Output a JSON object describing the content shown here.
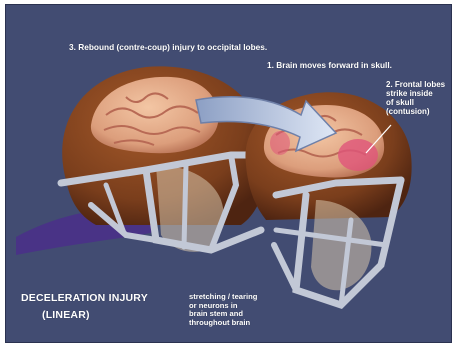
{
  "labels": {
    "rebound": "3. Rebound (contre-coup) injury to occipital lobes.",
    "forward": "1. Brain moves forward in skull.",
    "frontal_line1": "2. Frontal lobes",
    "frontal_line2": "strike inside",
    "frontal_line3": "of skull",
    "frontal_line4": "(contusion)",
    "title_line1": "DECELERATION INJURY",
    "title_line2": "(LINEAR)",
    "stretch_line1": "stretching / tearing",
    "stretch_line2": "or neurons in",
    "stretch_line3": "brain stem and",
    "stretch_line4": "throughout brain"
  },
  "colors": {
    "background": "#424c72",
    "helmet": "#8a4a22",
    "helmet_dark": "#5b2c14",
    "brain": "#e8b08e",
    "brain_fold": "#b86a55",
    "contusion": "#e0557a",
    "facemask": "#b9c0d0",
    "arrow": "#b8c6e0",
    "text": "#ffffff"
  }
}
